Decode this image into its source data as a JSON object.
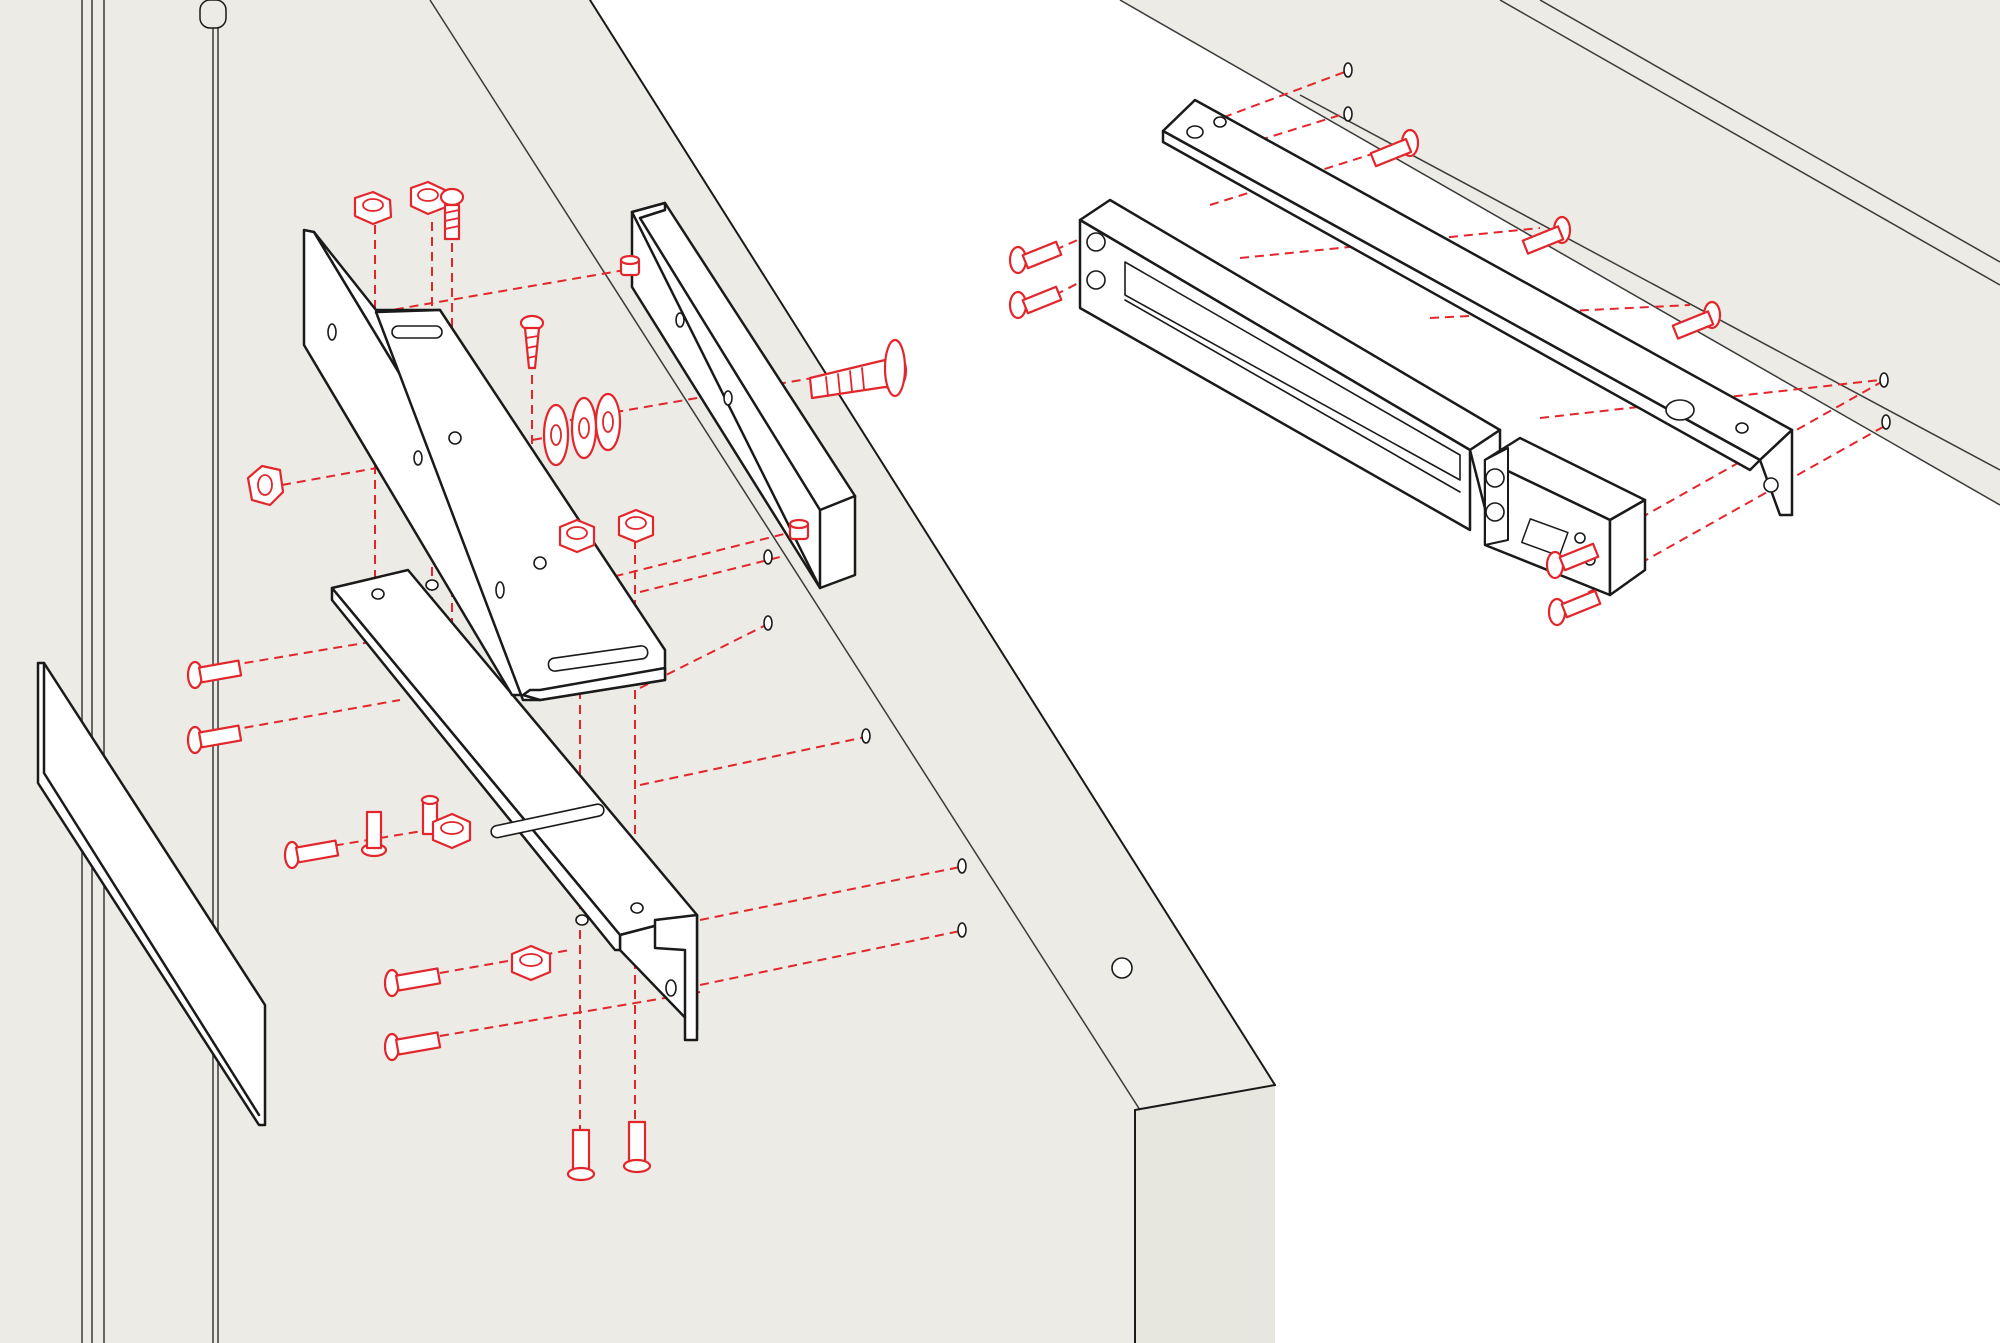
{
  "diagram": {
    "kind": "exploded-installation-illustration",
    "assemblies": [
      {
        "id": "z-bracket-kit",
        "parts": [
          "l-bracket",
          "z-plate",
          "spacer-bar",
          "cover-plate"
        ]
      },
      {
        "id": "mag-lock-kit",
        "parts": [
          "mounting-plate",
          "magnetic-lock-body"
        ]
      }
    ],
    "hardware_color": "#e3262b",
    "line_color": "#1a1a1a",
    "surface_color": "#ecebe5",
    "background_color": "#ffffff"
  }
}
